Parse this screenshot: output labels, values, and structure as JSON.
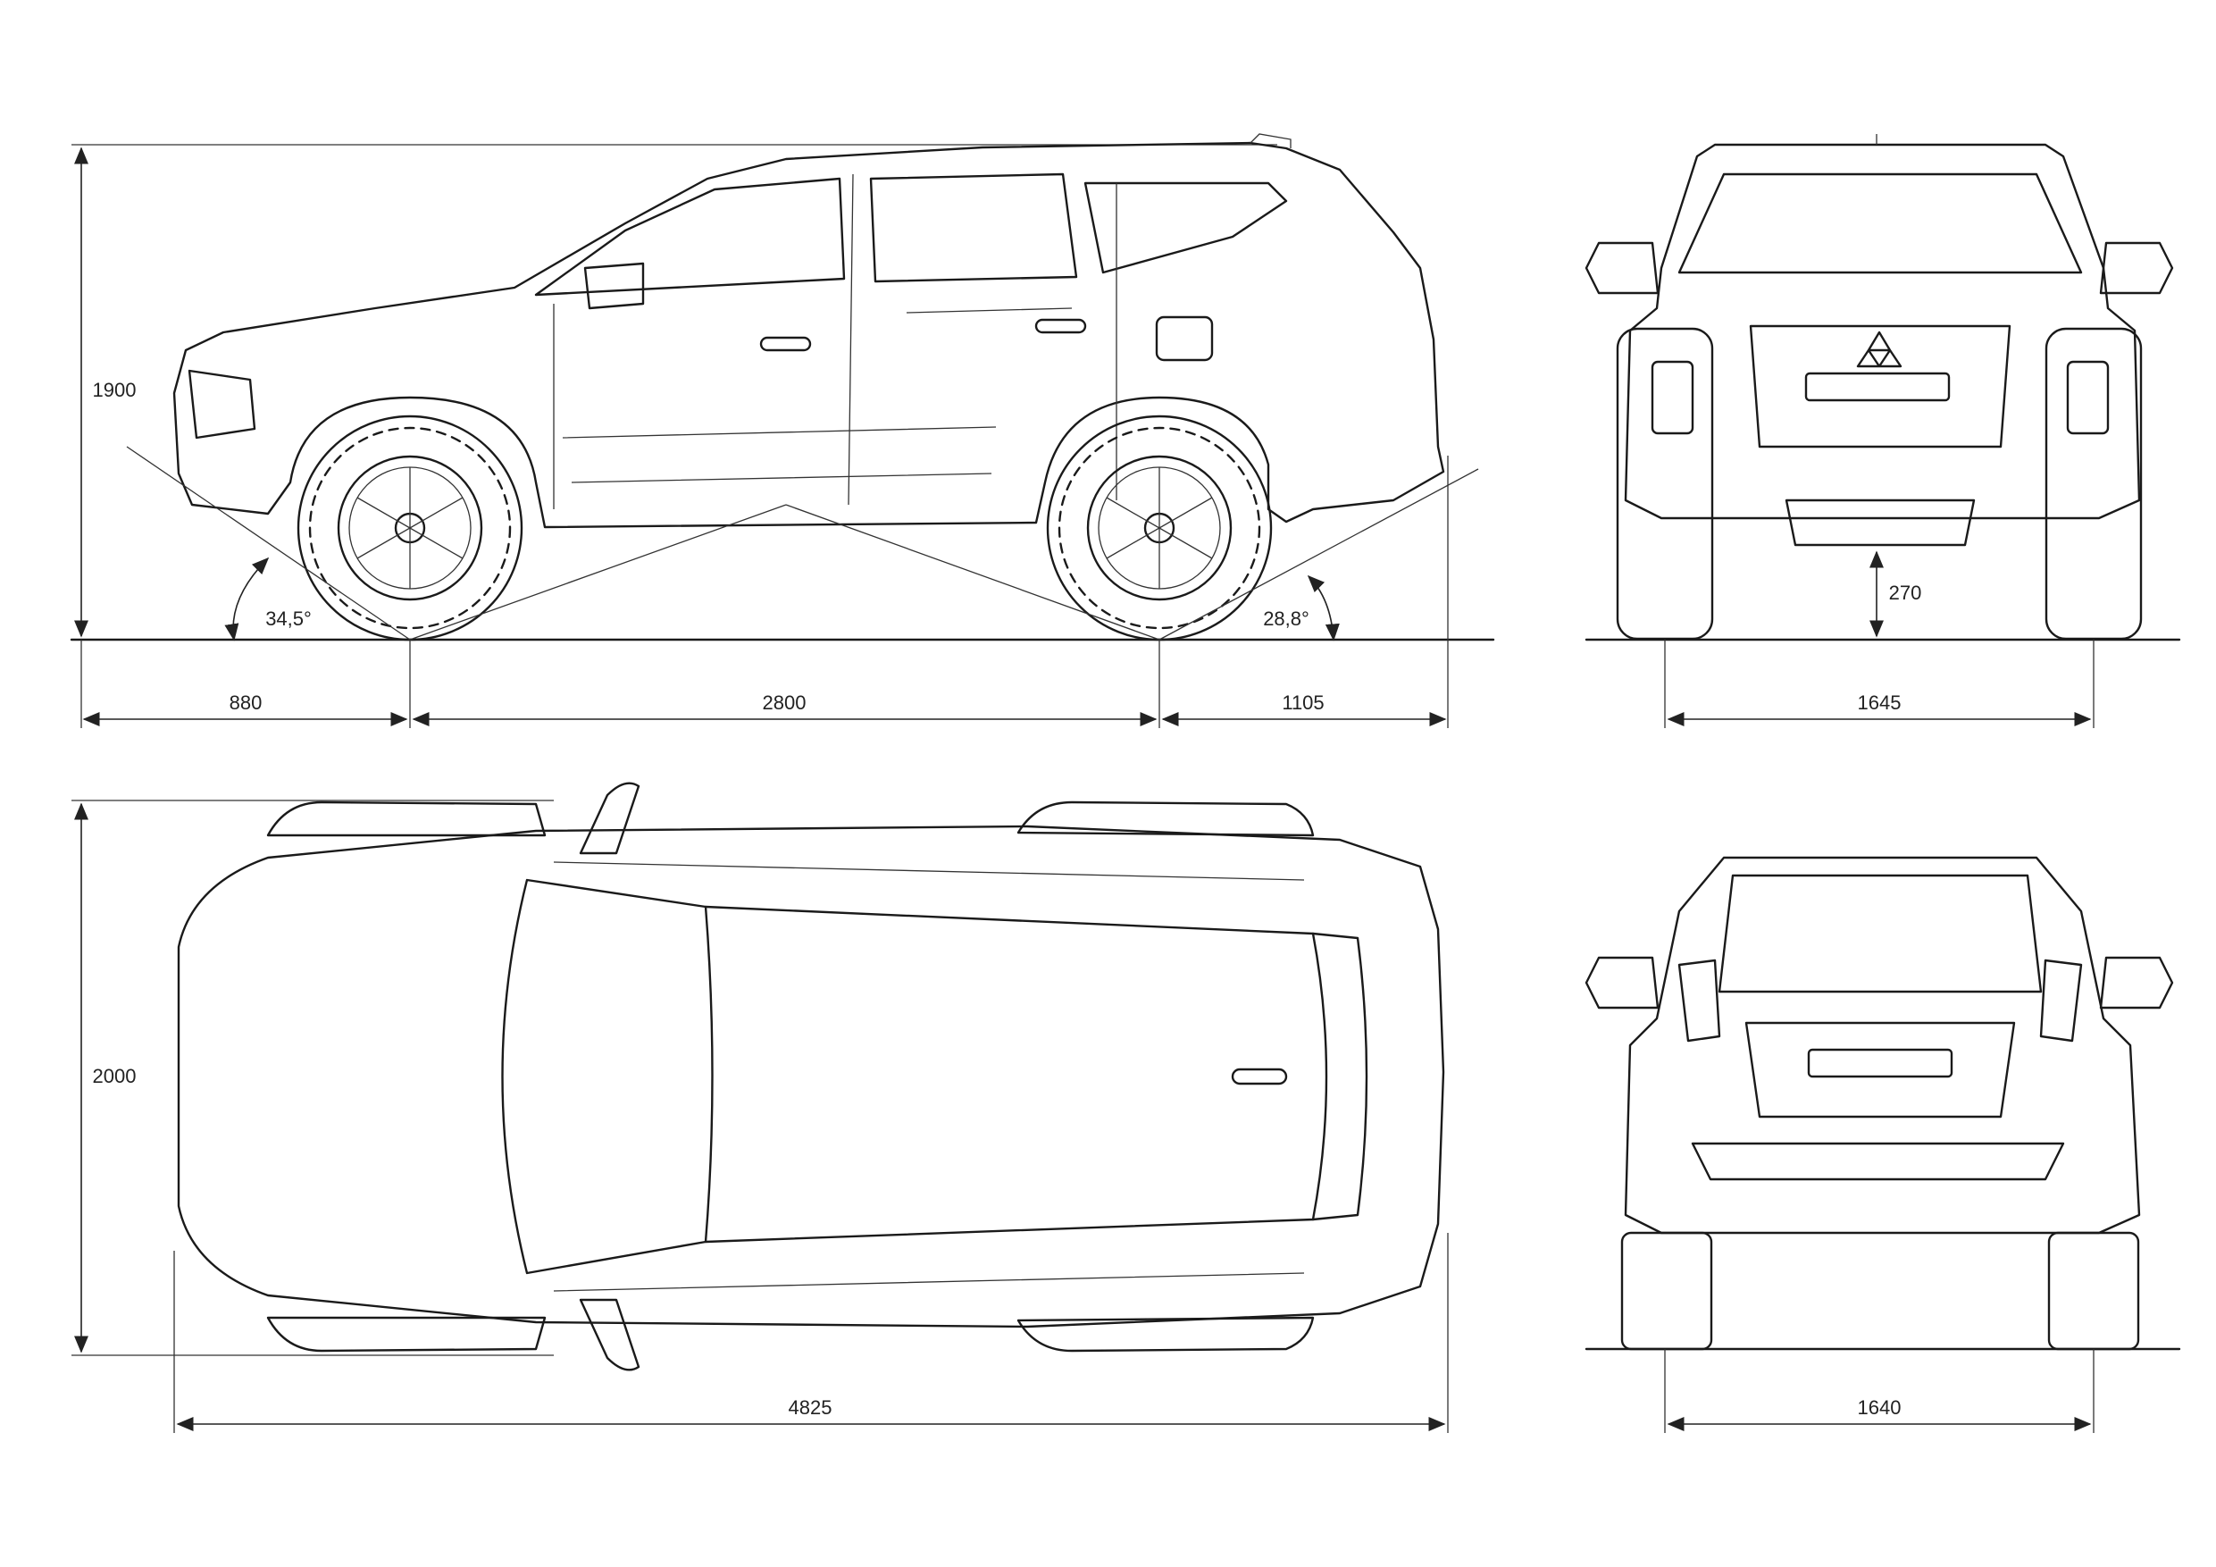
{
  "side_view": {
    "height": "1900",
    "front_overhang": "880",
    "wheelbase": "2800",
    "rear_overhang": "1105",
    "approach_angle": "34,5°",
    "departure_angle": "28,8°"
  },
  "front_view": {
    "ground_clearance": "270",
    "front_track": "1645"
  },
  "top_view": {
    "width": "2000",
    "length": "4825"
  },
  "rear_view": {
    "rear_track": "1640"
  },
  "colors": {
    "line": "#1a1a1a",
    "background": "#ffffff"
  }
}
